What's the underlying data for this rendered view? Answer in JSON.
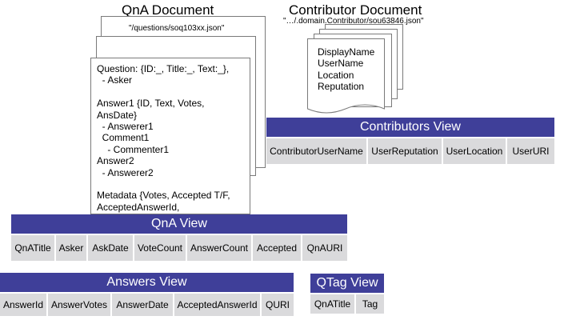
{
  "qna_document": {
    "heading": "QnA Document",
    "path": "\"/questions/soq103xx.json\"",
    "content": "Question: {ID:_, Title:_, Text:_},\n  - Asker\n\nAnswer1 {ID, Text, Votes,\nAnsDate}\n  - Answerer1\n  Comment1\n    - Commenter1\nAnswer2\n  - Answerer2\n\nMetadata {Votes, Accepted T/F,\nAcceptedAnswerId,"
  },
  "contributor_document": {
    "heading": "Contributor Document",
    "path": "\"…/.domain.Contributor/sou63846.json\"",
    "fields": [
      "DisplayName",
      "UserName",
      "Location",
      "Reputation"
    ]
  },
  "views": {
    "contributors": {
      "title": "Contributors View",
      "columns": [
        "ContributorUserName",
        "UserReputation",
        "UserLocation",
        "UserURI"
      ]
    },
    "qna": {
      "title": "QnA View",
      "columns": [
        "QnATitle",
        "Asker",
        "AskDate",
        "VoteCount",
        "AnswerCount",
        "Accepted",
        "QnAURI"
      ]
    },
    "answers": {
      "title": "Answers View",
      "columns": [
        "AnswerId",
        "AnswerVotes",
        "AnswerDate",
        "AcceptedAnswerId",
        "QURI"
      ]
    },
    "qtag": {
      "title": "QTag View",
      "columns": [
        "QnATitle",
        "Tag"
      ]
    }
  },
  "colors": {
    "view_header": "#3f3f99",
    "view_column": "#dadadc",
    "sheet_border": "#7a7a7a"
  }
}
